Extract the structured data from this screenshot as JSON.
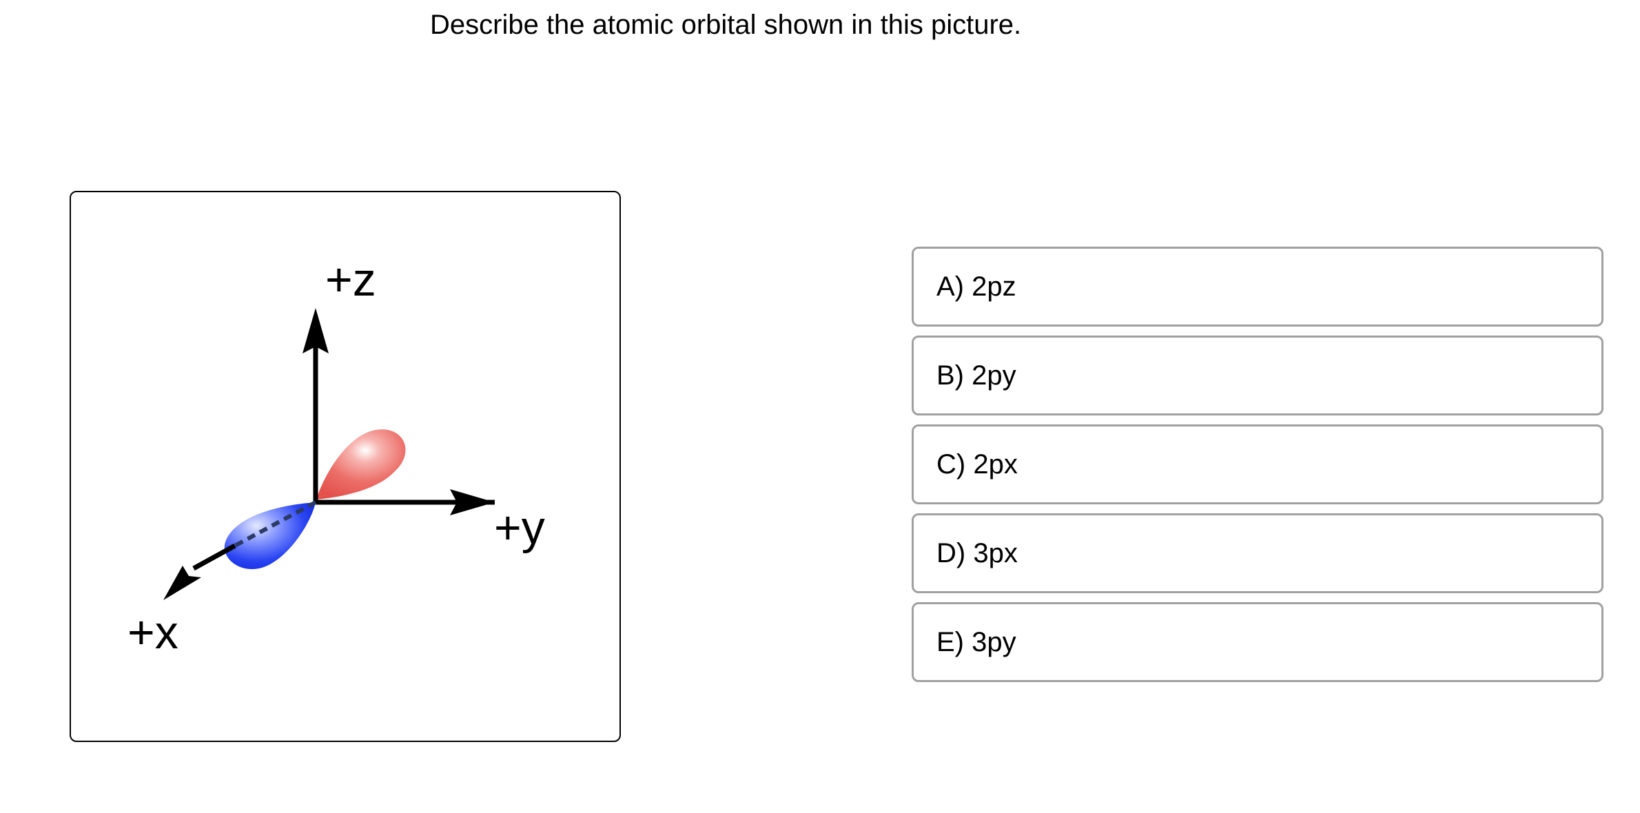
{
  "question": "Describe the atomic orbital shown in this picture.",
  "figure": {
    "axes": {
      "z_label": "+z",
      "y_label": "+y",
      "x_label": "+x"
    },
    "lobes": [
      {
        "name": "upper-lobe",
        "color": "#e8605c"
      },
      {
        "name": "lower-lobe",
        "color": "#1f3ff0"
      }
    ]
  },
  "options": [
    {
      "label": "A) 2pz"
    },
    {
      "label": "B) 2py"
    },
    {
      "label": "C) 2px"
    },
    {
      "label": "D) 3px"
    },
    {
      "label": "E) 3py"
    }
  ]
}
